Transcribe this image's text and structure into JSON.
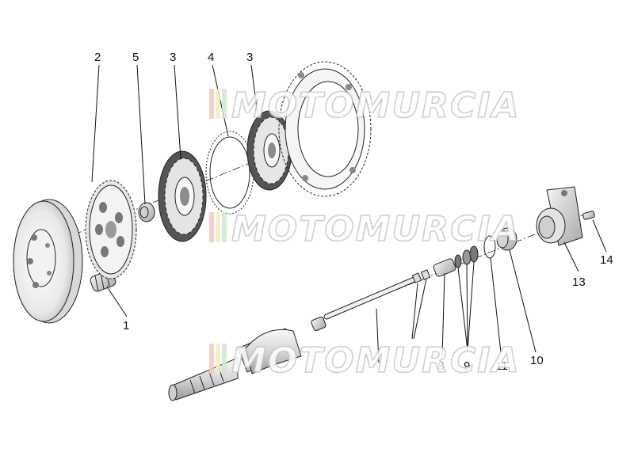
{
  "watermark": {
    "text": "MOTOMURCIA"
  },
  "callouts": [
    {
      "id": "2",
      "label": "2"
    },
    {
      "id": "5",
      "label": "5"
    },
    {
      "id": "3a",
      "label": "3"
    },
    {
      "id": "4",
      "label": "4"
    },
    {
      "id": "3b",
      "label": "3"
    },
    {
      "id": "1",
      "label": "1"
    },
    {
      "id": "8",
      "label": "8"
    },
    {
      "id": "9",
      "label": "9"
    },
    {
      "id": "11",
      "label": "11"
    },
    {
      "id": "10",
      "label": "10"
    },
    {
      "id": "13",
      "label": "13"
    },
    {
      "id": "14",
      "label": "14"
    }
  ]
}
